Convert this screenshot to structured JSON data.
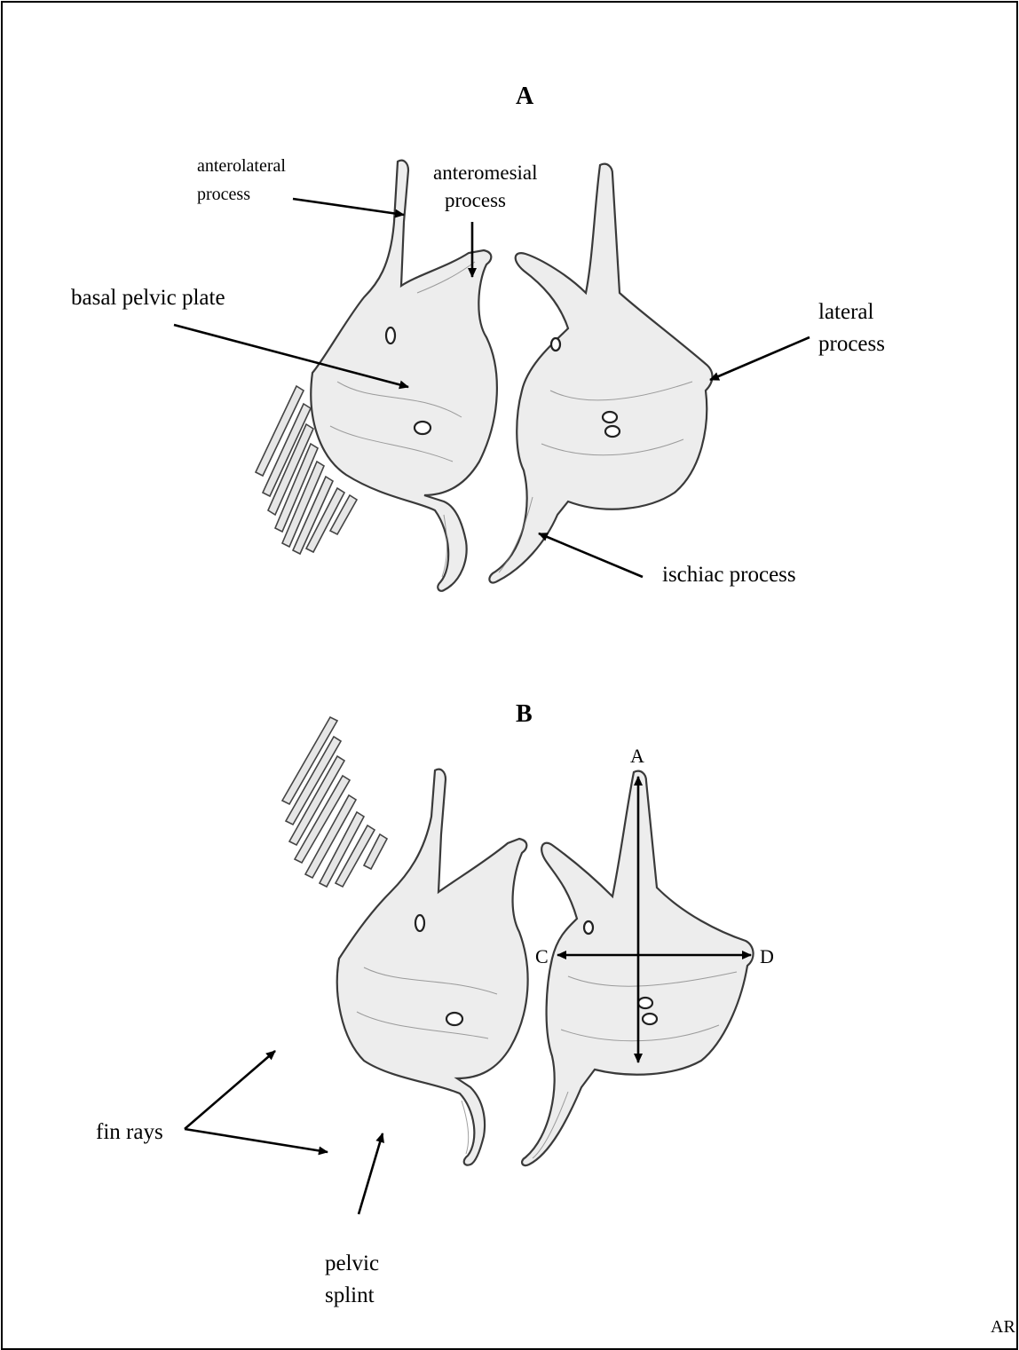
{
  "figure": {
    "panel_a": {
      "letter": "A",
      "labels": {
        "anterolateral_1": "anterolateral",
        "anterolateral_2": "process",
        "anteromesial_1": "anteromesial",
        "anteromesial_2": "process",
        "basal_plate": "basal pelvic plate",
        "lateral_1": "lateral",
        "lateral_2": "process",
        "ischiac": "ischiac process"
      }
    },
    "panel_b": {
      "letter": "B",
      "labels": {
        "fin_rays": "fin rays",
        "pelvic_splint_1": "pelvic",
        "pelvic_splint_2": "splint"
      },
      "measurement_points": {
        "a": "A",
        "c": "C",
        "d": "D"
      }
    },
    "credit": "AR"
  },
  "colors": {
    "ink": "#000000",
    "bone_fill": "#ededed",
    "bone_stroke": "#3a3a3a"
  }
}
